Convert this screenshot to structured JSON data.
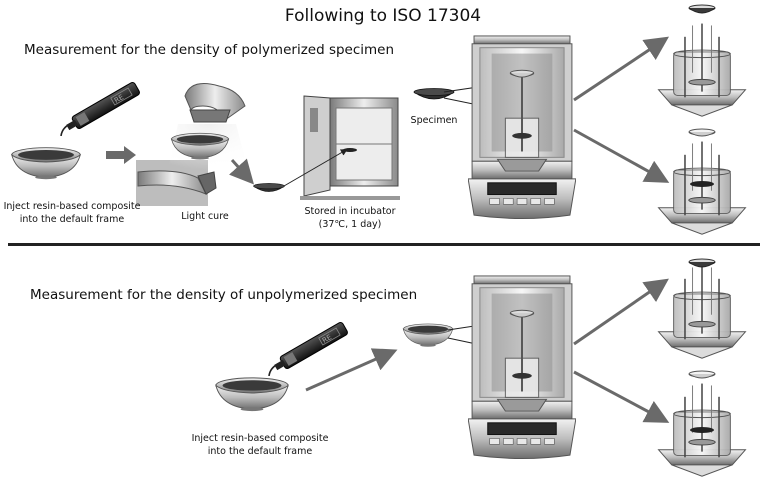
{
  "title": "Following to ISO 17304",
  "sections": {
    "polymerized": {
      "heading": "Measurement for the density of polymerized specimen",
      "captions": {
        "inject_line1": "Inject resin-based composite",
        "inject_line2": "into the default frame",
        "light_cure": "Light cure",
        "incubator_line1": "Stored in incubator",
        "incubator_line2": "(37℃, 1 day)",
        "specimen": "Specimen"
      }
    },
    "unpolymerized": {
      "heading": "Measurement for the density of unpolymerized specimen",
      "captions": {
        "inject_line1": "Inject resin-based composite",
        "inject_line2": "into the default frame"
      }
    }
  },
  "icons": [
    "syringe-icon",
    "dish-icon",
    "curing-light-icon",
    "incubator-icon",
    "analytical-balance-icon",
    "density-kit-icon",
    "arrow-icon"
  ],
  "colors": {
    "ink": "#111111",
    "metal_light": "#d9d9d9",
    "metal_dark": "#6e6e6e",
    "resin": "#3a3a3a",
    "arrow": "#6a6a6a"
  }
}
